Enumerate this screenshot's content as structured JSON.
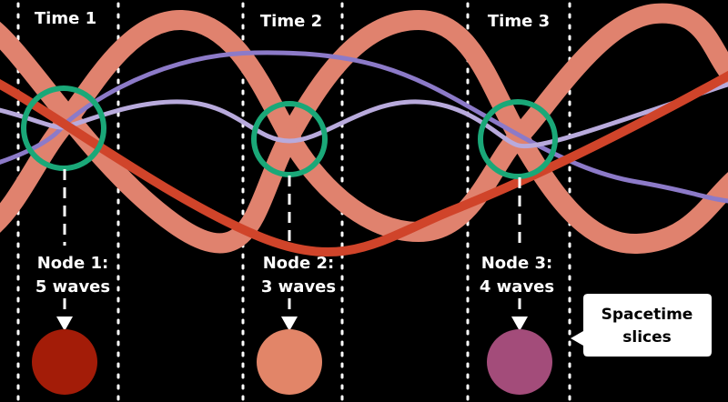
{
  "colors": {
    "background": "#000000",
    "guide_line": "#ffffff",
    "node_circle": "#1aa878",
    "wave_salmon": "#e0826e",
    "wave_red": "#d0442a",
    "wave_purple": "#8c7ac8",
    "wave_lavender": "#b8aadc",
    "callout_fill": "#ffffff",
    "callout_text": "#000000"
  },
  "times": [
    {
      "label": "Time 1"
    },
    {
      "label": "Time 2"
    },
    {
      "label": "Time 3"
    }
  ],
  "nodes": [
    {
      "line1": "Node 1:",
      "line2": "5 waves",
      "slice_color": "#a31c08"
    },
    {
      "line1": "Node 2:",
      "line2": "3 waves",
      "slice_color": "#e28568"
    },
    {
      "line1": "Node 3:",
      "line2": "4 waves",
      "slice_color": "#a34c7a"
    }
  ],
  "callout": {
    "line1": "Spacetime",
    "line2": "slices"
  }
}
